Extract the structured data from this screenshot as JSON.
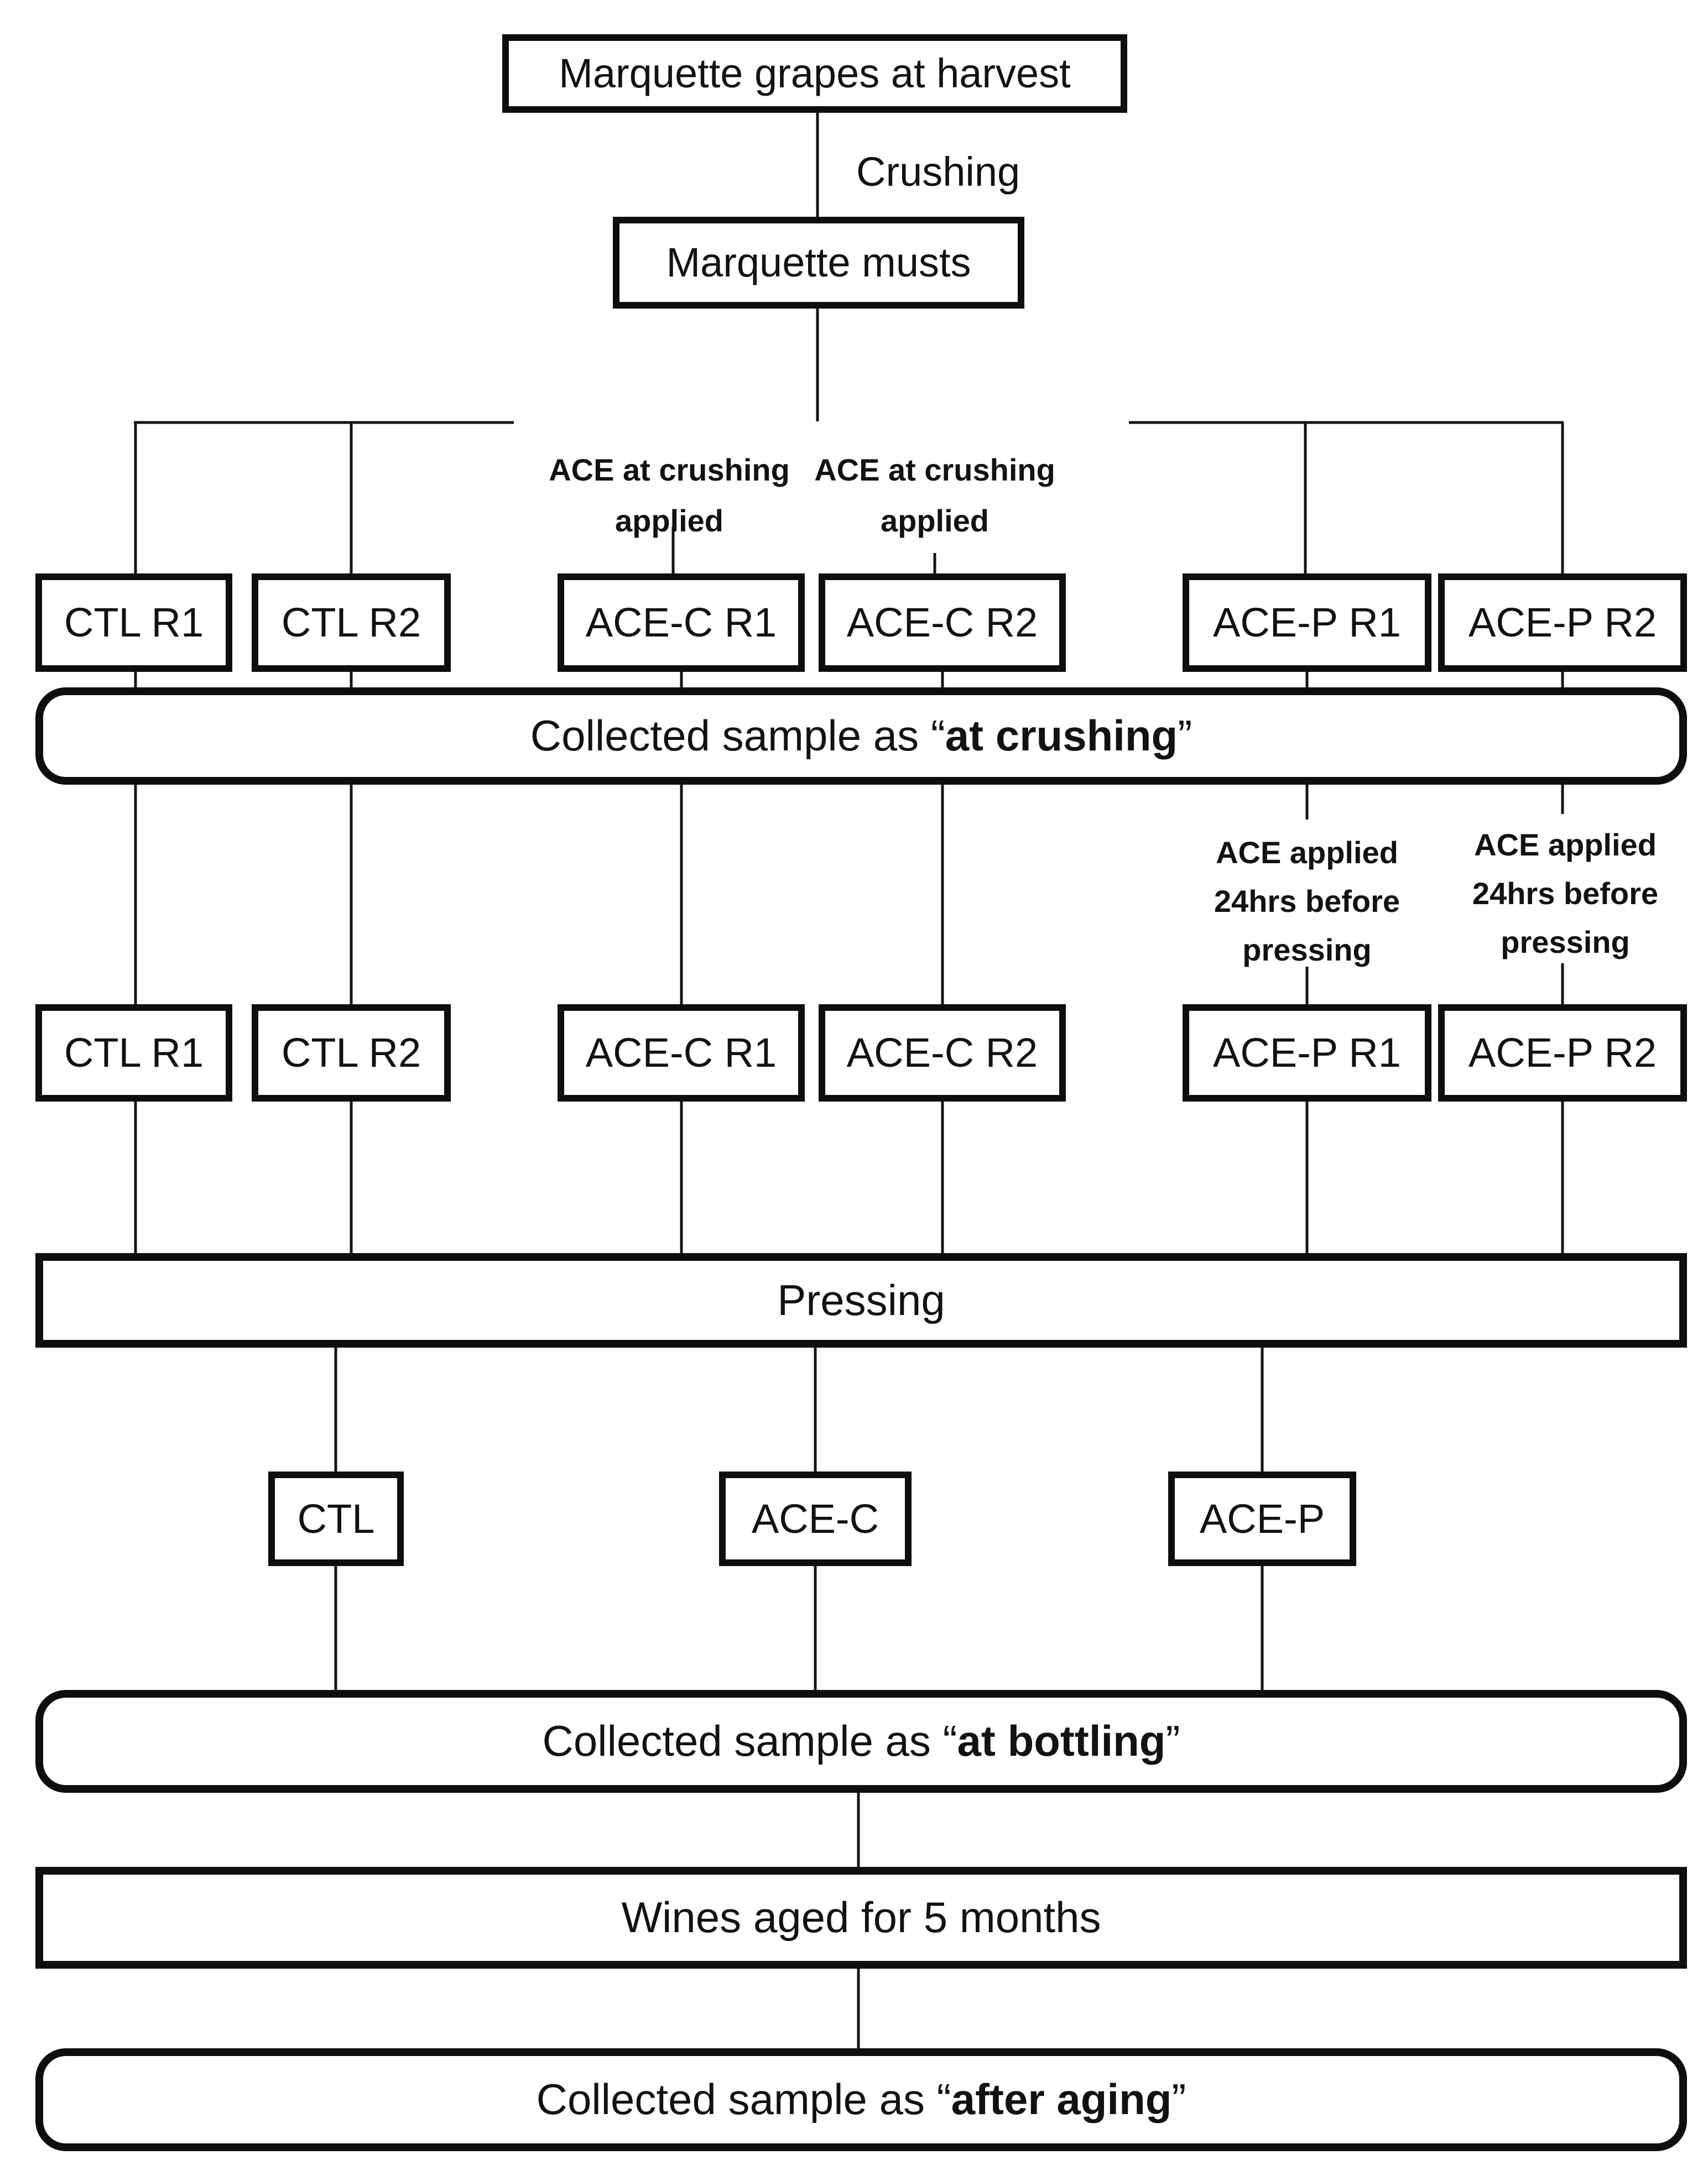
{
  "figure": {
    "background": "#ffffff",
    "line_color": "#141414",
    "text_color": "#121212"
  },
  "flow": {
    "harvest": "Marquette grapes at harvest",
    "crushing_step": "Crushing",
    "musts": "Marquette musts",
    "pressing": "Pressing",
    "aging": "Wines aged for 5 months"
  },
  "notes_crushing": [
    {
      "line1": "ACE at crushing",
      "line2": "applied"
    },
    {
      "line1": "ACE at crushing",
      "line2": "applied"
    }
  ],
  "notes_pressing": [
    {
      "line1": "ACE applied",
      "line2": "24hrs before",
      "line3": "pressing"
    },
    {
      "line1": "ACE applied",
      "line2": "24hrs before",
      "line3": "pressing"
    }
  ],
  "row1": [
    "CTL R1",
    "CTL R2",
    "ACE-C R1",
    "ACE-C R2",
    "ACE-P R1",
    "ACE-P R2"
  ],
  "row2": [
    "CTL R1",
    "CTL R2",
    "ACE-C R1",
    "ACE-C R2",
    "ACE-P R1",
    "ACE-P R2"
  ],
  "wine_groups": [
    "CTL",
    "ACE-C",
    "ACE-P"
  ],
  "collected_crushing": {
    "prefix": "Collected sample as ",
    "open_quote": "“",
    "bold": "at crushing",
    "close_quote": "”"
  },
  "collected_bottling": {
    "prefix": "Collected sample as ",
    "open_quote": "“",
    "bold": "at bottling",
    "close_quote": "”"
  },
  "collected_aging": {
    "prefix": "Collected sample as ",
    "open_quote": "“",
    "bold": "after aging",
    "close_quote": "”"
  }
}
